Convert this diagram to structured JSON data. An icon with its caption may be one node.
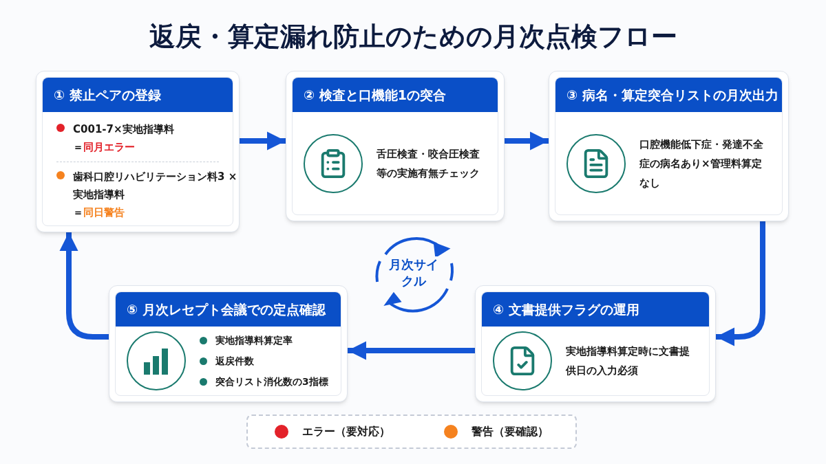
{
  "diagram": {
    "title": "返戻・算定漏れ防止のための月次点検フロー",
    "nodes": [
      {
        "text": [
          "① 禁止ペアの登録",
          "C001-7×実地指導料",
          "＝",
          "同月エラー",
          "歯科口腔リハビリテーション料3 ×実地指導料",
          "＝",
          "同日警告"
        ]
      },
      {
        "text": [
          "② 検査と口機能1の突合",
          "舌圧検査・咬合圧検査等の実施有無チェック"
        ]
      },
      {
        "text": [
          "③ 病名・算定突合リストの月次出力",
          "口腔機能低下症・発達不全症の病名あり×管理料算定なし"
        ]
      },
      {
        "text": [
          "④ 文書提供フラグの運用",
          "実地指導料算定時に文書提供日の入力必須"
        ]
      },
      {
        "text": [
          "⑤ 月次レセプト会議での定点確認",
          "実地指導料算定率",
          "返戻件数",
          "突合リスト消化数の3指標"
        ]
      }
    ],
    "edges": [
      {
        "from": 0,
        "to": 1,
        "arrow": "to"
      },
      {
        "from": 1,
        "to": 2,
        "arrow": "to"
      },
      {
        "from": 2,
        "to": 3,
        "arrow": "to"
      },
      {
        "from": 3,
        "to": 4,
        "arrow": "to"
      },
      {
        "from": 4,
        "to": 0,
        "arrow": "to"
      }
    ],
    "labels": [
      "月次サイクル"
    ],
    "legend": [
      {
        "text": "エラー（要対応）",
        "color": "#e3222a"
      },
      {
        "text": "警告（要確認）",
        "color": "#f5821f"
      }
    ]
  }
}
